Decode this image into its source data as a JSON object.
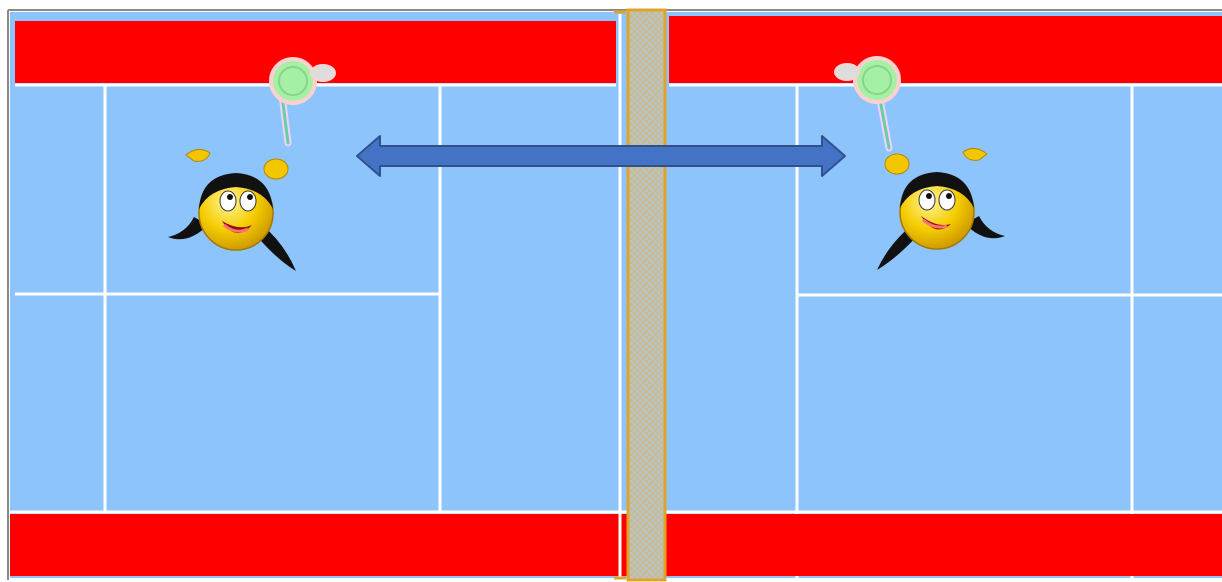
{
  "colors": {
    "page_background": "#ffffff",
    "frame_line": "#8a8a8a",
    "court_fill": "#8dc4fb",
    "court_lines": "#ffffff",
    "boundary_band": "#ff0000",
    "net_fill": "#c9b27e",
    "net_border": "#e0a42c",
    "arrow_fill": "#4472c4",
    "arrow_stroke": "#2f528f",
    "emoji_face": "#f2c700",
    "emoji_hair": "#111111",
    "racket_head": "#a6f0a6",
    "shuttlecock": "#dddddd"
  },
  "scene": {
    "type": "badminton-court-top-view",
    "sides": [
      "left",
      "right"
    ],
    "divider": "net",
    "players": [
      {
        "side": "left",
        "icon": "smiling-player-emoji-icon",
        "holding": "racket-icon"
      },
      {
        "side": "right",
        "icon": "smiling-player-emoji-icon",
        "holding": "racket-icon"
      }
    ],
    "arrow": {
      "style": "double-headed",
      "icon": "double-arrow-icon"
    }
  }
}
